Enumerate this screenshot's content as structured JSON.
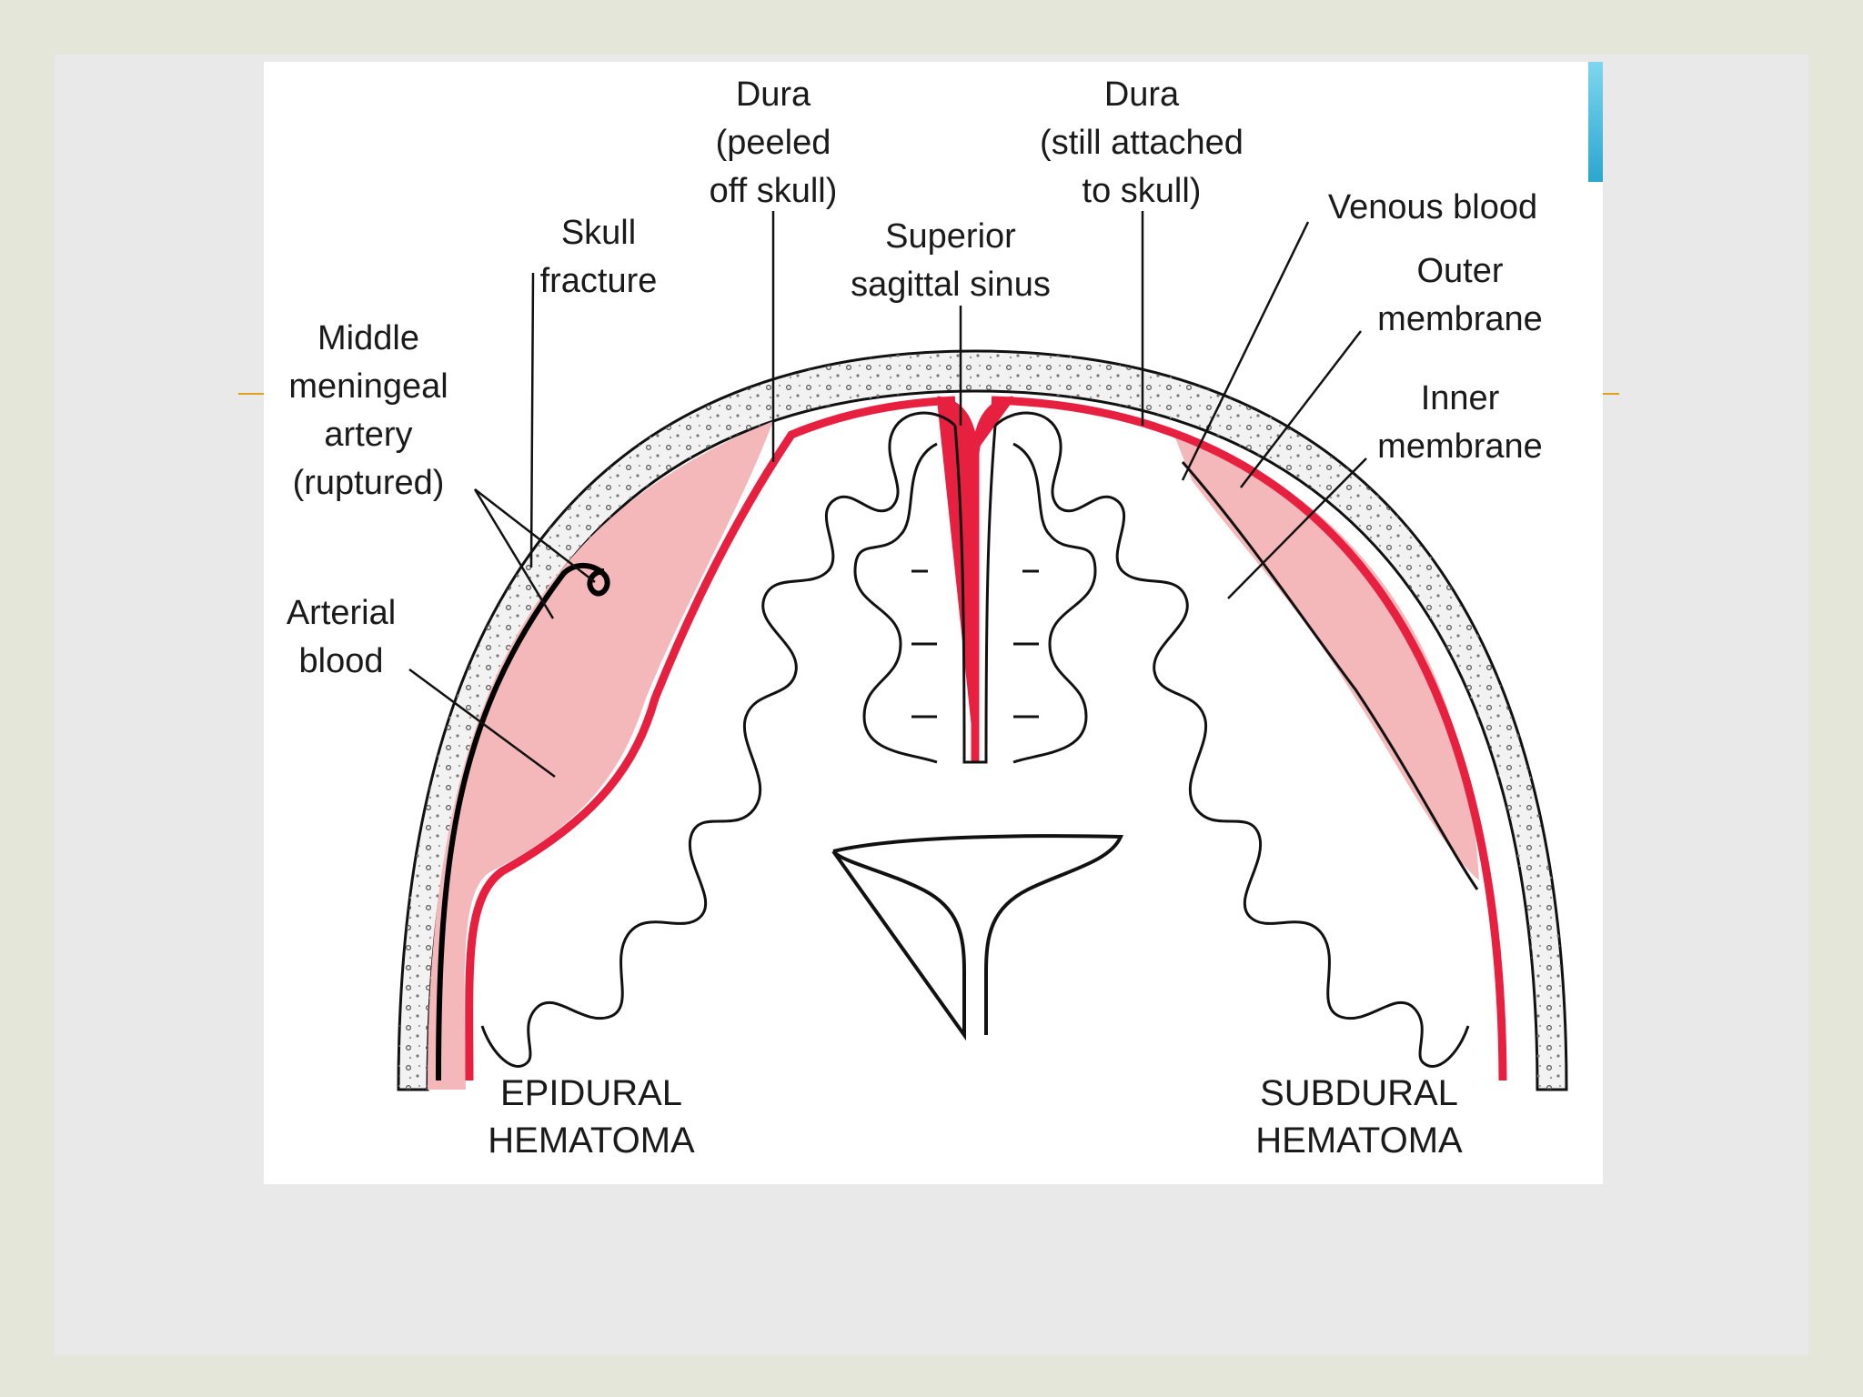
{
  "labels": {
    "dura_peeled": "Dura\n(peeled\noff skull)",
    "dura_attached": "Dura\n(still attached\nto skull)",
    "skull_fracture": "Skull\nfracture",
    "superior_sagittal_sinus": "Superior\nsagittal sinus",
    "venous_blood": "Venous blood",
    "outer_membrane": "Outer\nmembrane",
    "inner_membrane": "Inner\nmembrane",
    "middle_meningeal_artery": "Middle\nmeningeal\nartery\n(ruptured)",
    "arterial_blood": "Arterial\nblood",
    "epidural_hematoma": "EPIDURAL\nHEMATOMA",
    "subdural_hematoma": "SUBDURAL\nHEMATOMA"
  },
  "colors": {
    "dura_red": "#e8203f",
    "hematoma_pink": "#f4b8bb",
    "outline": "#111111",
    "skull_fill": "#f2f2f2",
    "slide_background": "#e4e6da"
  }
}
